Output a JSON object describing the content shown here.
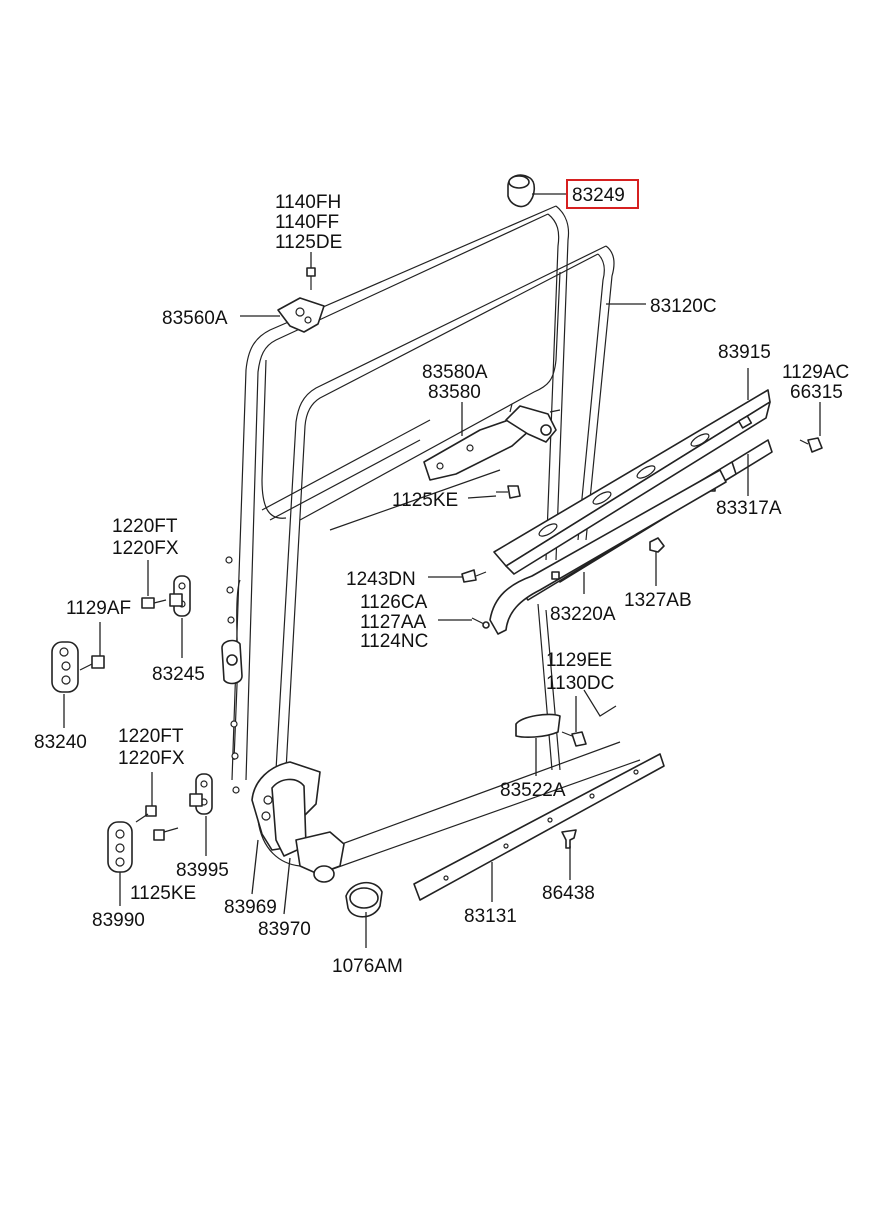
{
  "highlight_color": "#d62020",
  "highlighted_part": "83249",
  "labels": {
    "p83249": "83249",
    "p1140FH": "1140FH",
    "p1140FF": "1140FF",
    "p1125DE": "1125DE",
    "p83560A": "83560A",
    "p83120C": "83120C",
    "p83580A": "83580A",
    "p83580": "83580",
    "p83915": "83915",
    "p1129AC": "1129AC",
    "p66315": "66315",
    "p1125KE_top": "1125KE",
    "p83317A": "83317A",
    "p1220FT_top": "1220FT",
    "p1220FX_top": "1220FX",
    "p1129AF": "1129AF",
    "p83245": "83245",
    "p83240": "83240",
    "p1243DN": "1243DN",
    "p1126CA": "1126CA",
    "p1127AA": "1127AA",
    "p1124NC": "1124NC",
    "p83220A": "83220A",
    "p1327AB": "1327AB",
    "p1129EE": "1129EE",
    "p1130DC": "1130DC",
    "p1220FT_bot": "1220FT",
    "p1220FX_bot": "1220FX",
    "p83522A": "83522A",
    "p83995": "83995",
    "p1125KE_bot": "1125KE",
    "p83990": "83990",
    "p83969": "83969",
    "p83970": "83970",
    "p83131": "83131",
    "p86438": "86438",
    "p1076AM": "1076AM"
  }
}
